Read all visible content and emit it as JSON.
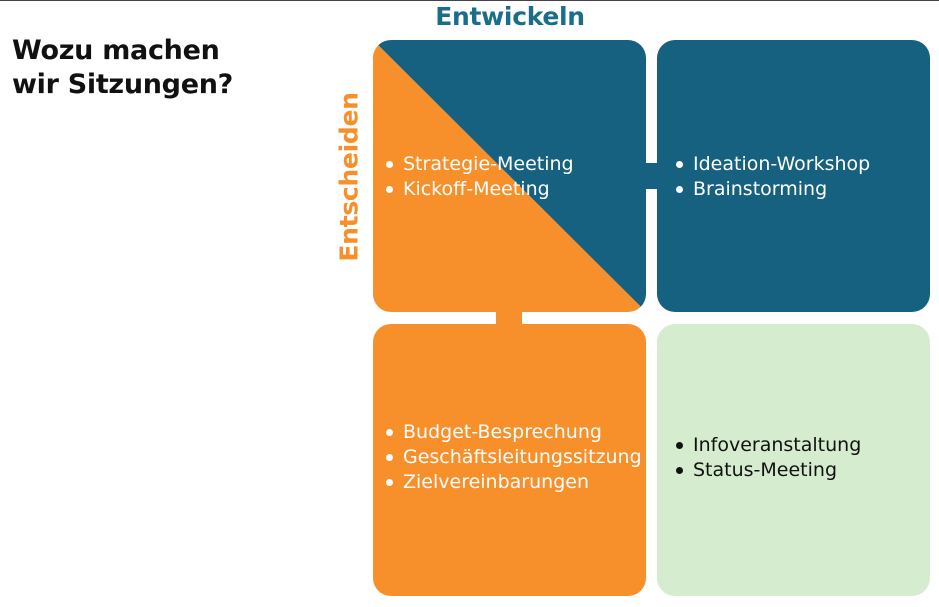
{
  "title_lines": [
    "Wozu machen",
    "wir Sitzungen?"
  ],
  "axis": {
    "top": "Entwickeln",
    "left": "Entscheiden"
  },
  "colors": {
    "teal": "#16617f",
    "orange": "#f78f2a",
    "light_green": "#d6ecce",
    "top_label": "#1b6e8a"
  },
  "quadrants": {
    "top_left": {
      "items": [
        "Strategie-Meeting",
        "Kickoff-Meeting"
      ]
    },
    "top_right": {
      "items": [
        "Ideation-Workshop",
        "Brainstorming"
      ]
    },
    "bottom_left": {
      "items": [
        "Budget-Besprechung",
        "Geschäftsleitungssitzung",
        "Zielvereinbarungen"
      ]
    },
    "bottom_right": {
      "items": [
        "Infoveranstaltung",
        "Status-Meeting"
      ]
    }
  }
}
